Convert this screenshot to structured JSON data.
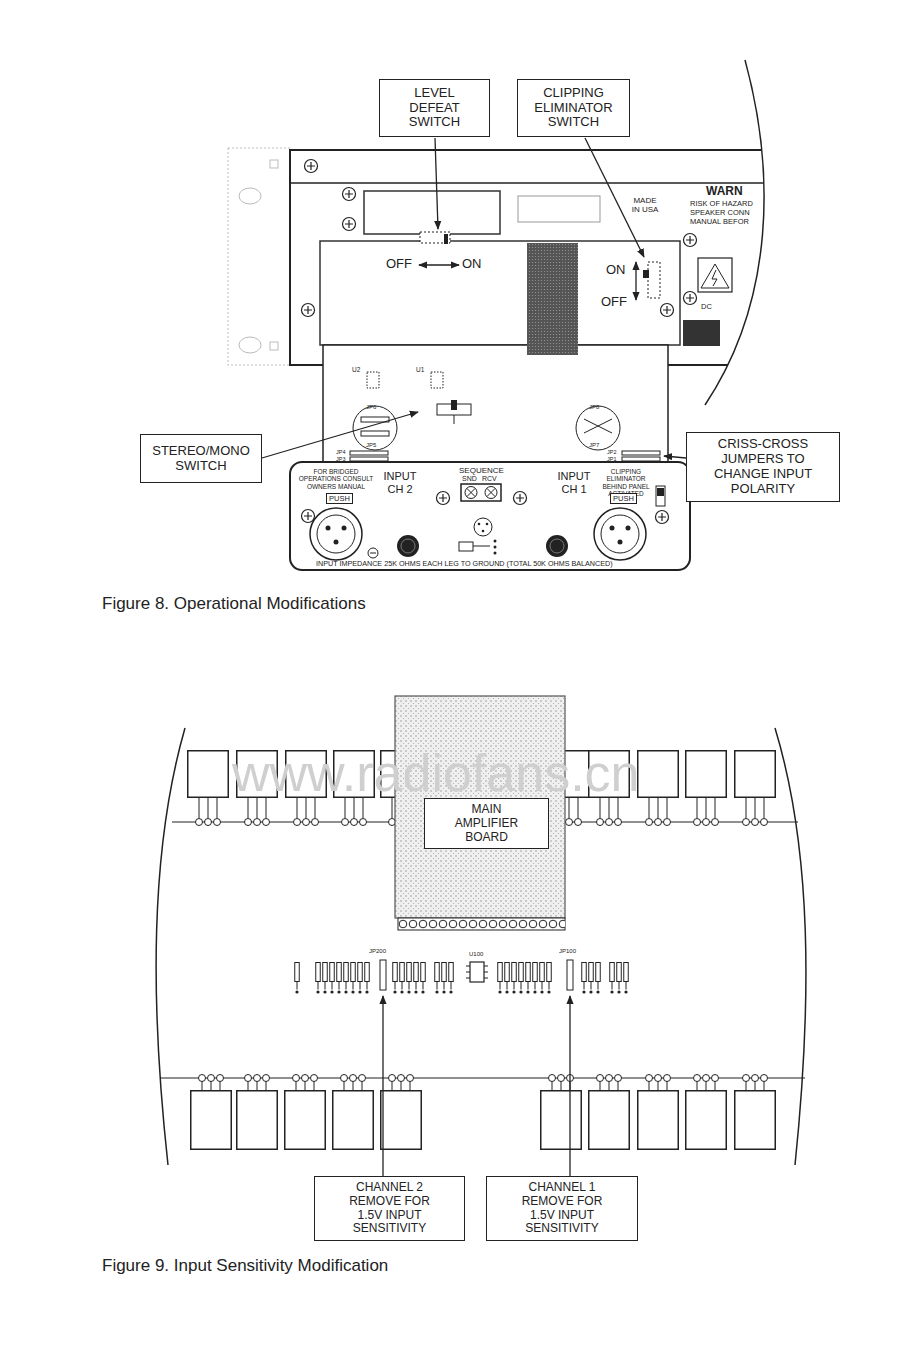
{
  "diagram": {
    "nodes": [
      {
        "text": [
          "LEVEL DEFEAT SWITCH"
        ]
      },
      {
        "text": [
          "CLIPPING ELIMINATOR SWITCH"
        ]
      },
      {
        "text": [
          "STEREO/MONO SWITCH"
        ]
      },
      {
        "text": [
          "CRISS-CROSS JUMPERS TO CHANGE INPUT POLARITY"
        ]
      },
      {
        "text": [
          "MAIN AMPLIFIER BOARD"
        ]
      },
      {
        "text": [
          "CHANNEL 2 REMOVE FOR 1.5V INPUT SENSITIVITY"
        ]
      },
      {
        "text": [
          "CHANNEL 1 REMOVE FOR 1.5V INPUT SENSITIVITY"
        ]
      }
    ],
    "labels": [
      "OFF",
      "ON",
      "ON",
      "OFF",
      "MADE IN USA",
      "WARN",
      "RISK OF HAZARD",
      "SPEAKER CONN",
      "MANUAL BEFOR",
      "DC",
      "U2",
      "U1",
      "JP6",
      "JP5",
      "JP4",
      "JP3",
      "JP8",
      "JP7",
      "JP2",
      "JP1",
      "FOR BRIDGED OPERATIONS CONSULT OWNERS MANUAL",
      "INPUT CH 2",
      "SEQUENCE",
      "SND",
      "RCV",
      "INPUT CH 1",
      "CLIPPING ELIMINATOR BEHIND PANEL ACTIVATED",
      "PUSH",
      "PUSH",
      "INPUT IMPEDANCE 25K OHMS EACH LEG TO GROUND (TOTAL 50K OHMS BALANCED)",
      "Figure 8. Operational Modifications",
      "www.radiofans.cn",
      "JP200",
      "U100",
      "JP100",
      "Figure 9. Input Sensitivity Modification"
    ]
  }
}
